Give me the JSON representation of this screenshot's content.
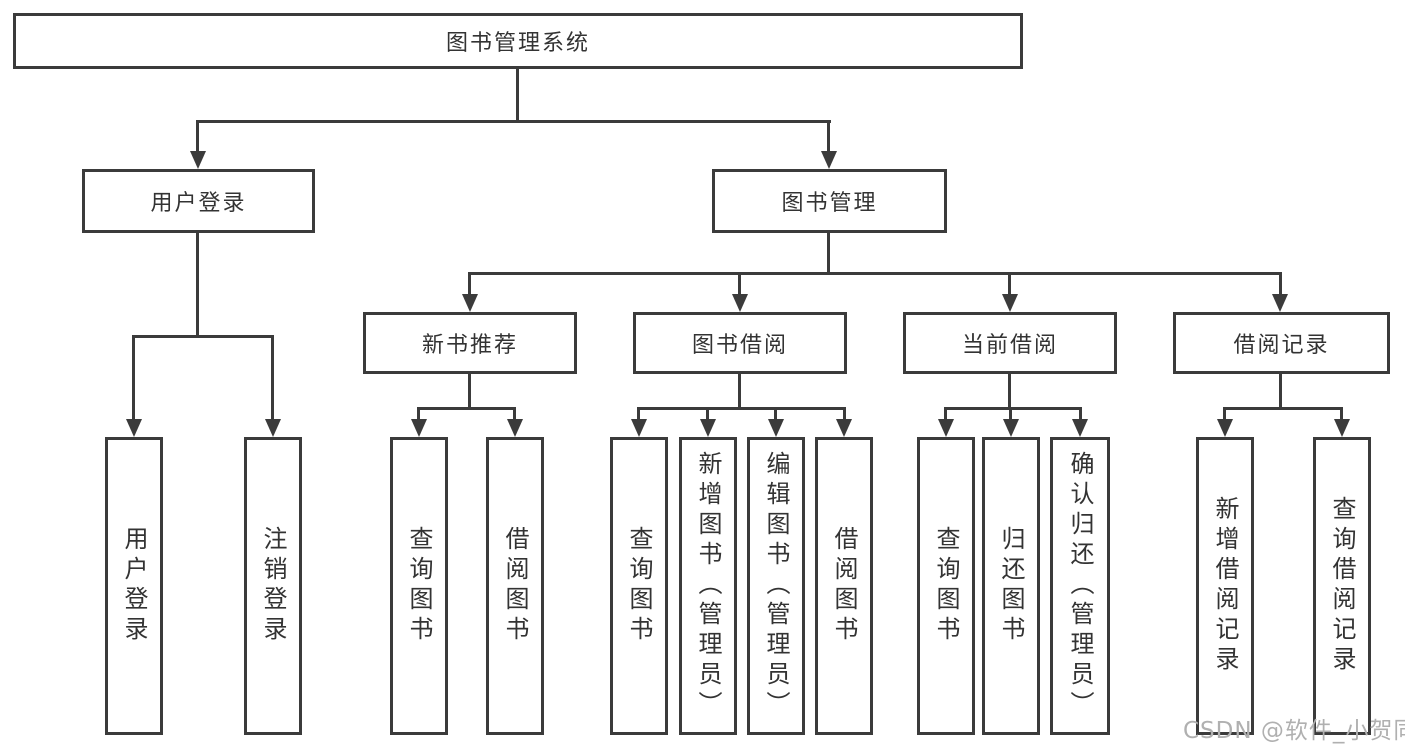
{
  "diagram": {
    "type": "tree-structure-chart",
    "colors": {
      "line": "#3b3b3b",
      "text": "#333333",
      "background": "#ffffff",
      "watermark": "#b0b0b0"
    },
    "tree": {
      "root": {
        "label": "图书管理系统",
        "children": [
          {
            "label": "用户登录",
            "children": [
              {
                "label": "用户登录"
              },
              {
                "label": "注销登录"
              }
            ]
          },
          {
            "label": "图书管理",
            "children": [
              {
                "label": "新书推荐",
                "children": [
                  {
                    "label": "查询图书"
                  },
                  {
                    "label": "借阅图书"
                  }
                ]
              },
              {
                "label": "图书借阅",
                "children": [
                  {
                    "label": "查询图书"
                  },
                  {
                    "label": "新增图书（管理员）"
                  },
                  {
                    "label": "编辑图书（管理员）"
                  },
                  {
                    "label": "借阅图书"
                  }
                ]
              },
              {
                "label": "当前借阅",
                "children": [
                  {
                    "label": "查询图书"
                  },
                  {
                    "label": "归还图书"
                  },
                  {
                    "label": "确认归还（管理员）"
                  }
                ]
              },
              {
                "label": "借阅记录",
                "children": [
                  {
                    "label": "新增借阅记录"
                  },
                  {
                    "label": "查询借阅记录"
                  }
                ]
              }
            ]
          }
        ]
      }
    }
  },
  "watermark": {
    "text": "CSDN @软件_小贺同学"
  }
}
